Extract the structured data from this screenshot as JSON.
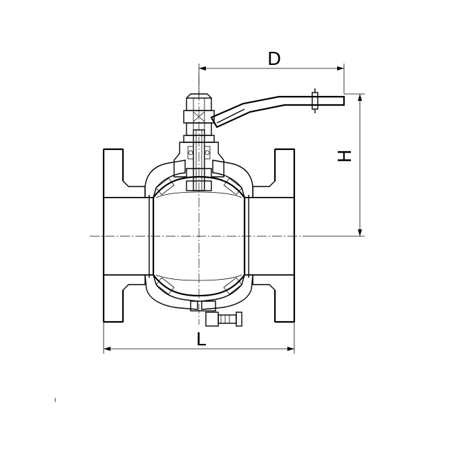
{
  "drawing": {
    "dimensions": {
      "d_label": "D",
      "h_label": "H",
      "l_label": "L"
    }
  }
}
